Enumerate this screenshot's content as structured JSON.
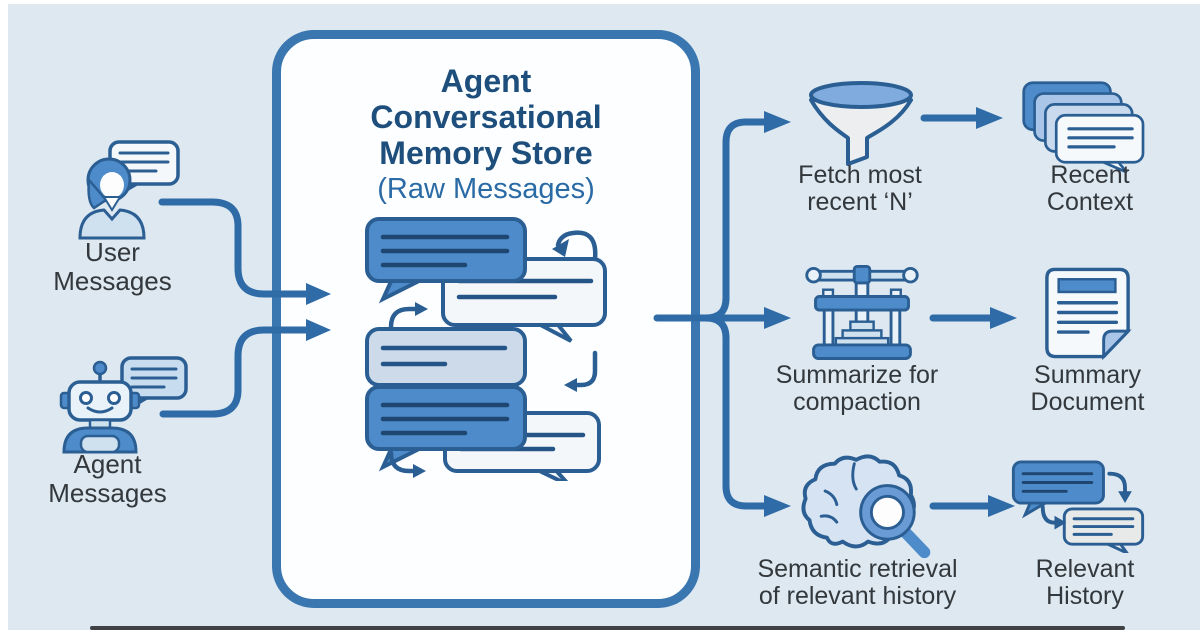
{
  "colors": {
    "canvas_background": "#dde8f1",
    "frame": "#ffffff",
    "connector_line": "#2f6ba7",
    "box_border": "#3a76af",
    "title_text": "#1d4e7c",
    "subtitle_text": "#2a6aa5",
    "label_text": "#33383c",
    "bubble_blue": "#4e8bca",
    "bubble_light": "#ccdaea",
    "bubble_white": "#f4f7fa",
    "icon_outline": "#2b5f93"
  },
  "memory_store": {
    "title_lines": [
      "Agent",
      "Conversational",
      "Memory Store"
    ],
    "subtitle": "(Raw Messages)",
    "illustration_icon": "chat-bubbles-stack-icon"
  },
  "inputs": [
    {
      "id": "user",
      "icon": "user-with-speech-bubble-icon",
      "label_lines": [
        "User",
        "Messages"
      ]
    },
    {
      "id": "agent",
      "icon": "robot-with-speech-bubble-icon",
      "label_lines": [
        "Agent",
        "Messages"
      ]
    }
  ],
  "branches": [
    {
      "id": "fetch-recent",
      "icon": "funnel-icon",
      "label_lines": [
        "Fetch most",
        "recent ‘N’"
      ],
      "result_icon": "stacked-chat-bubbles-icon",
      "result_lines": [
        "Recent",
        "Context"
      ]
    },
    {
      "id": "summarize",
      "icon": "compaction-press-icon",
      "label_lines": [
        "Summarize for",
        "compaction"
      ],
      "result_icon": "summary-document-icon",
      "result_lines": [
        "Summary",
        "Document"
      ]
    },
    {
      "id": "semantic-retrieval",
      "icon": "brain-magnifier-icon",
      "label_lines": [
        "Semantic retrieval",
        "of relevant history"
      ],
      "result_icon": "linked-chat-bubbles-icon",
      "result_lines": [
        "Relevant",
        "History"
      ]
    }
  ]
}
